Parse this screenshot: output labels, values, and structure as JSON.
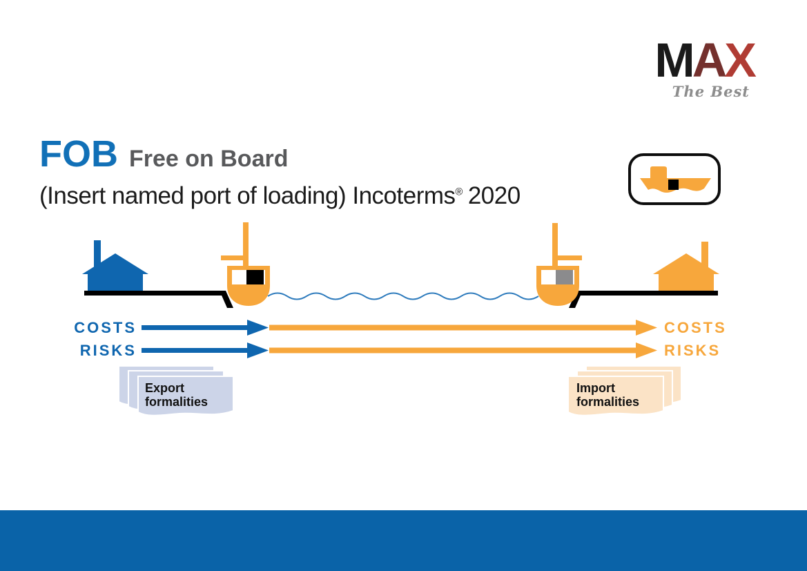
{
  "logo": {
    "letter_m": "M",
    "letter_a": "A",
    "letter_x": "X",
    "tagline": "The Best"
  },
  "title": {
    "abbr": "FOB",
    "full_name": "Free on Board"
  },
  "subtitle": {
    "prefix": "(Insert named port of loading) Incoterms",
    "registered": "®",
    "year": "2020"
  },
  "transfer_labels": {
    "seller_costs": "COSTS",
    "seller_risks": "RISKS",
    "buyer_costs": "COSTS",
    "buyer_risks": "RISKS"
  },
  "documents": {
    "export": {
      "line1": "Export",
      "line2": "formalities"
    },
    "import": {
      "line1": "Import",
      "line2": "formalities"
    }
  },
  "icons": {
    "badge": "cargo-ship-icon",
    "seller_building": "seller-factory-icon",
    "buyer_building": "buyer-factory-icon",
    "loading_port_vessel": "vessel-with-crane-icon",
    "destination_port_vessel": "vessel-with-crane-icon"
  },
  "colors": {
    "brand_blue": "#1170B7",
    "diagram_blue": "#0F66AF",
    "accent_orange": "#F7A73C",
    "footer_blue": "#0A63A8",
    "water_blue": "#2F7CBD",
    "title_gray": "#58595B",
    "export_paper": "#CCD4E8",
    "import_paper": "#FBE3C6",
    "container_gray": "#8B8B8D",
    "logo_black": "#1A1A1A",
    "logo_maroon": "#74302D",
    "logo_red": "#B03C34",
    "tagline_gray": "#8D8D8D"
  }
}
